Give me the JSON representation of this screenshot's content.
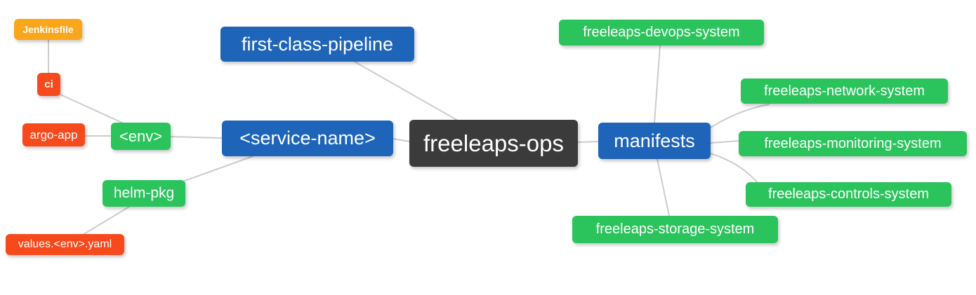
{
  "diagram": {
    "type": "mindmap",
    "background": "#ffffff",
    "edge_color": "#cccccc",
    "palette": {
      "root": "#3b3b3b",
      "branch": "#1e64b9",
      "leaf_green": "#2bc35c",
      "leaf_red": "#f6491c",
      "leaf_orange": "#faa61b"
    }
  },
  "nodes": {
    "root": {
      "label": "freeleaps-ops"
    },
    "first_class_pipeline": {
      "label": "first-class-pipeline"
    },
    "service_name": {
      "label": "<service-name>"
    },
    "env": {
      "label": "<env>"
    },
    "ci": {
      "label": "ci"
    },
    "jenkinsfile": {
      "label": "Jenkinsfile"
    },
    "argo_app": {
      "label": "argo-app"
    },
    "helm_pkg": {
      "label": "helm-pkg"
    },
    "values_env_yaml": {
      "label": "values.<env>.yaml"
    },
    "manifests": {
      "label": "manifests"
    },
    "devops_system": {
      "label": "freeleaps-devops-system"
    },
    "network_system": {
      "label": "freeleaps-network-system"
    },
    "monitoring_system": {
      "label": "freeleaps-monitoring-system"
    },
    "controls_system": {
      "label": "freeleaps-controls-system"
    },
    "storage_system": {
      "label": "freeleaps-storage-system"
    }
  },
  "edges": [
    {
      "from": "jenkinsfile",
      "to": "ci"
    },
    {
      "from": "ci",
      "to": "env"
    },
    {
      "from": "argo_app",
      "to": "env"
    },
    {
      "from": "env",
      "to": "service_name"
    },
    {
      "from": "service_name",
      "to": "helm_pkg"
    },
    {
      "from": "helm_pkg",
      "to": "values_env_yaml"
    },
    {
      "from": "first_class_pipeline",
      "to": "root"
    },
    {
      "from": "service_name",
      "to": "root"
    },
    {
      "from": "root",
      "to": "manifests"
    },
    {
      "from": "manifests",
      "to": "devops_system"
    },
    {
      "from": "manifests",
      "to": "network_system"
    },
    {
      "from": "manifests",
      "to": "monitoring_system"
    },
    {
      "from": "manifests",
      "to": "controls_system"
    },
    {
      "from": "manifests",
      "to": "storage_system"
    }
  ]
}
